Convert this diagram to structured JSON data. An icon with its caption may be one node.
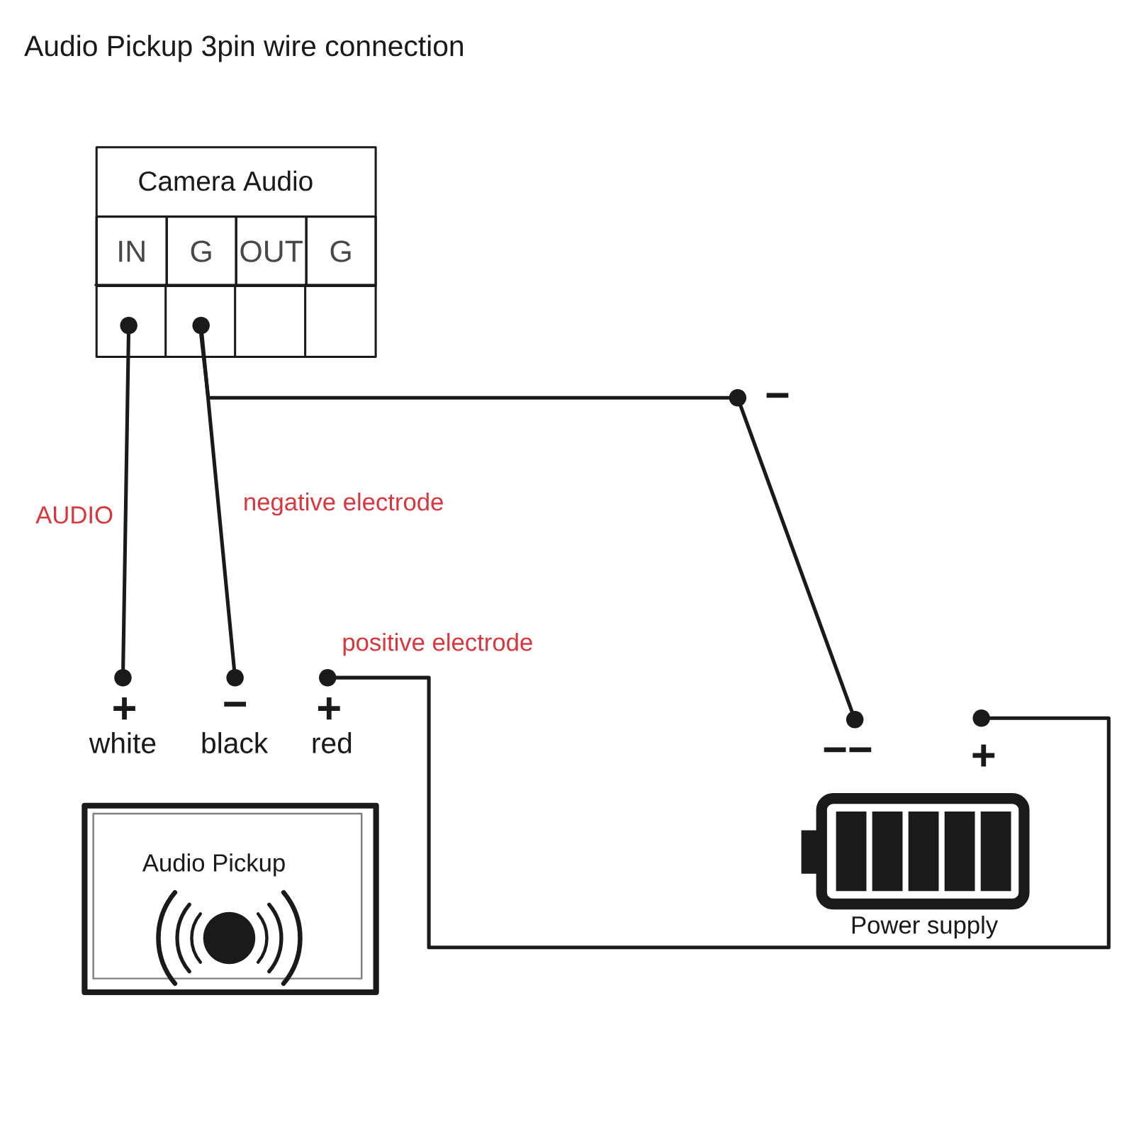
{
  "diagram": {
    "title": "Audio Pickup 3pin wire connection",
    "nodes": [
      {
        "text": [
          "Camera Audio"
        ]
      },
      {
        "text": [
          "IN"
        ],
        "in": 0
      },
      {
        "text": [
          "G"
        ],
        "in": 0
      },
      {
        "text": [
          "OUT"
        ],
        "in": 0
      },
      {
        "text": [
          "G"
        ],
        "in": 0
      },
      {
        "text": [],
        "shape": "circle",
        "in": 0
      },
      {
        "text": [],
        "shape": "circle",
        "in": 0
      },
      {
        "text": [],
        "shape": "circle",
        "beside": [
          "−"
        ]
      },
      {
        "text": [],
        "shape": "circle",
        "beside": [
          "+",
          "white"
        ]
      },
      {
        "text": [],
        "shape": "circle",
        "beside": [
          "−",
          "black"
        ]
      },
      {
        "text": [],
        "shape": "circle",
        "beside": [
          "+",
          "red"
        ]
      },
      {
        "text": [
          "Audio Pickup"
        ]
      },
      {
        "text": [],
        "shape": "circle",
        "beside": [
          "−−"
        ]
      },
      {
        "text": [],
        "shape": "circle",
        "beside": [
          "+"
        ]
      },
      {
        "text": [
          "Power supply"
        ]
      }
    ],
    "edges": [
      {
        "from": 5,
        "to": 8,
        "arrow": "none",
        "label": "AUDIO"
      },
      {
        "from": 6,
        "to": 9,
        "arrow": "none",
        "label": "negative electrode"
      },
      {
        "from": 6,
        "to": 7,
        "arrow": "none"
      },
      {
        "from": 7,
        "to": 12,
        "arrow": "none"
      },
      {
        "from": 10,
        "to": 13,
        "arrow": "none",
        "label": "positive electrode"
      }
    ]
  }
}
